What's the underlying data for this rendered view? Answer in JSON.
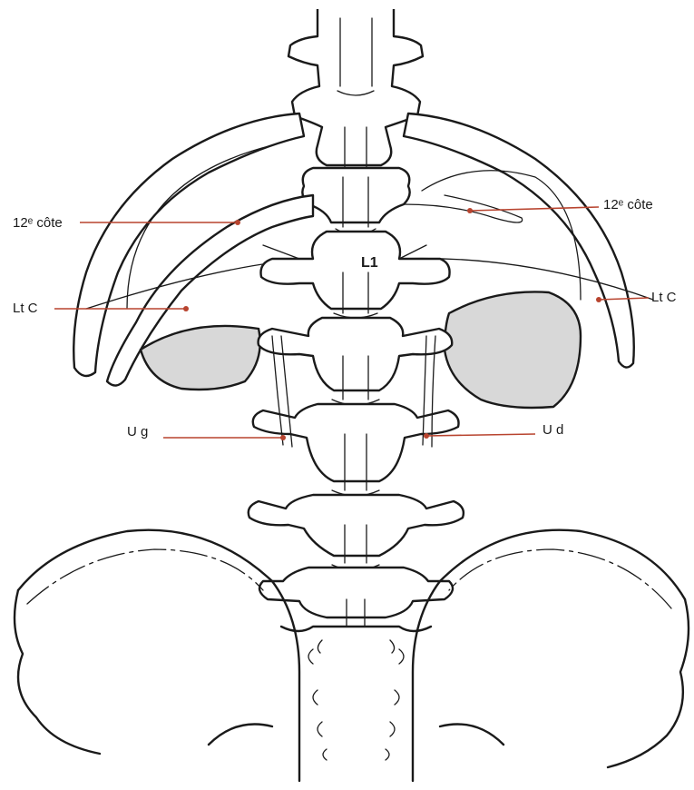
{
  "labels": {
    "rib_left": "12ᵉ côte",
    "rib_right": "12ᵉ côte",
    "kidney_left": "Lt C",
    "kidney_right": "Lt C",
    "ureter_left": "U g",
    "ureter_right": "U d",
    "vertebra": "L1"
  },
  "colors": {
    "leader": "#b8442f",
    "kidney_shade": "#d8d8d8",
    "line": "#1a1a1a"
  }
}
